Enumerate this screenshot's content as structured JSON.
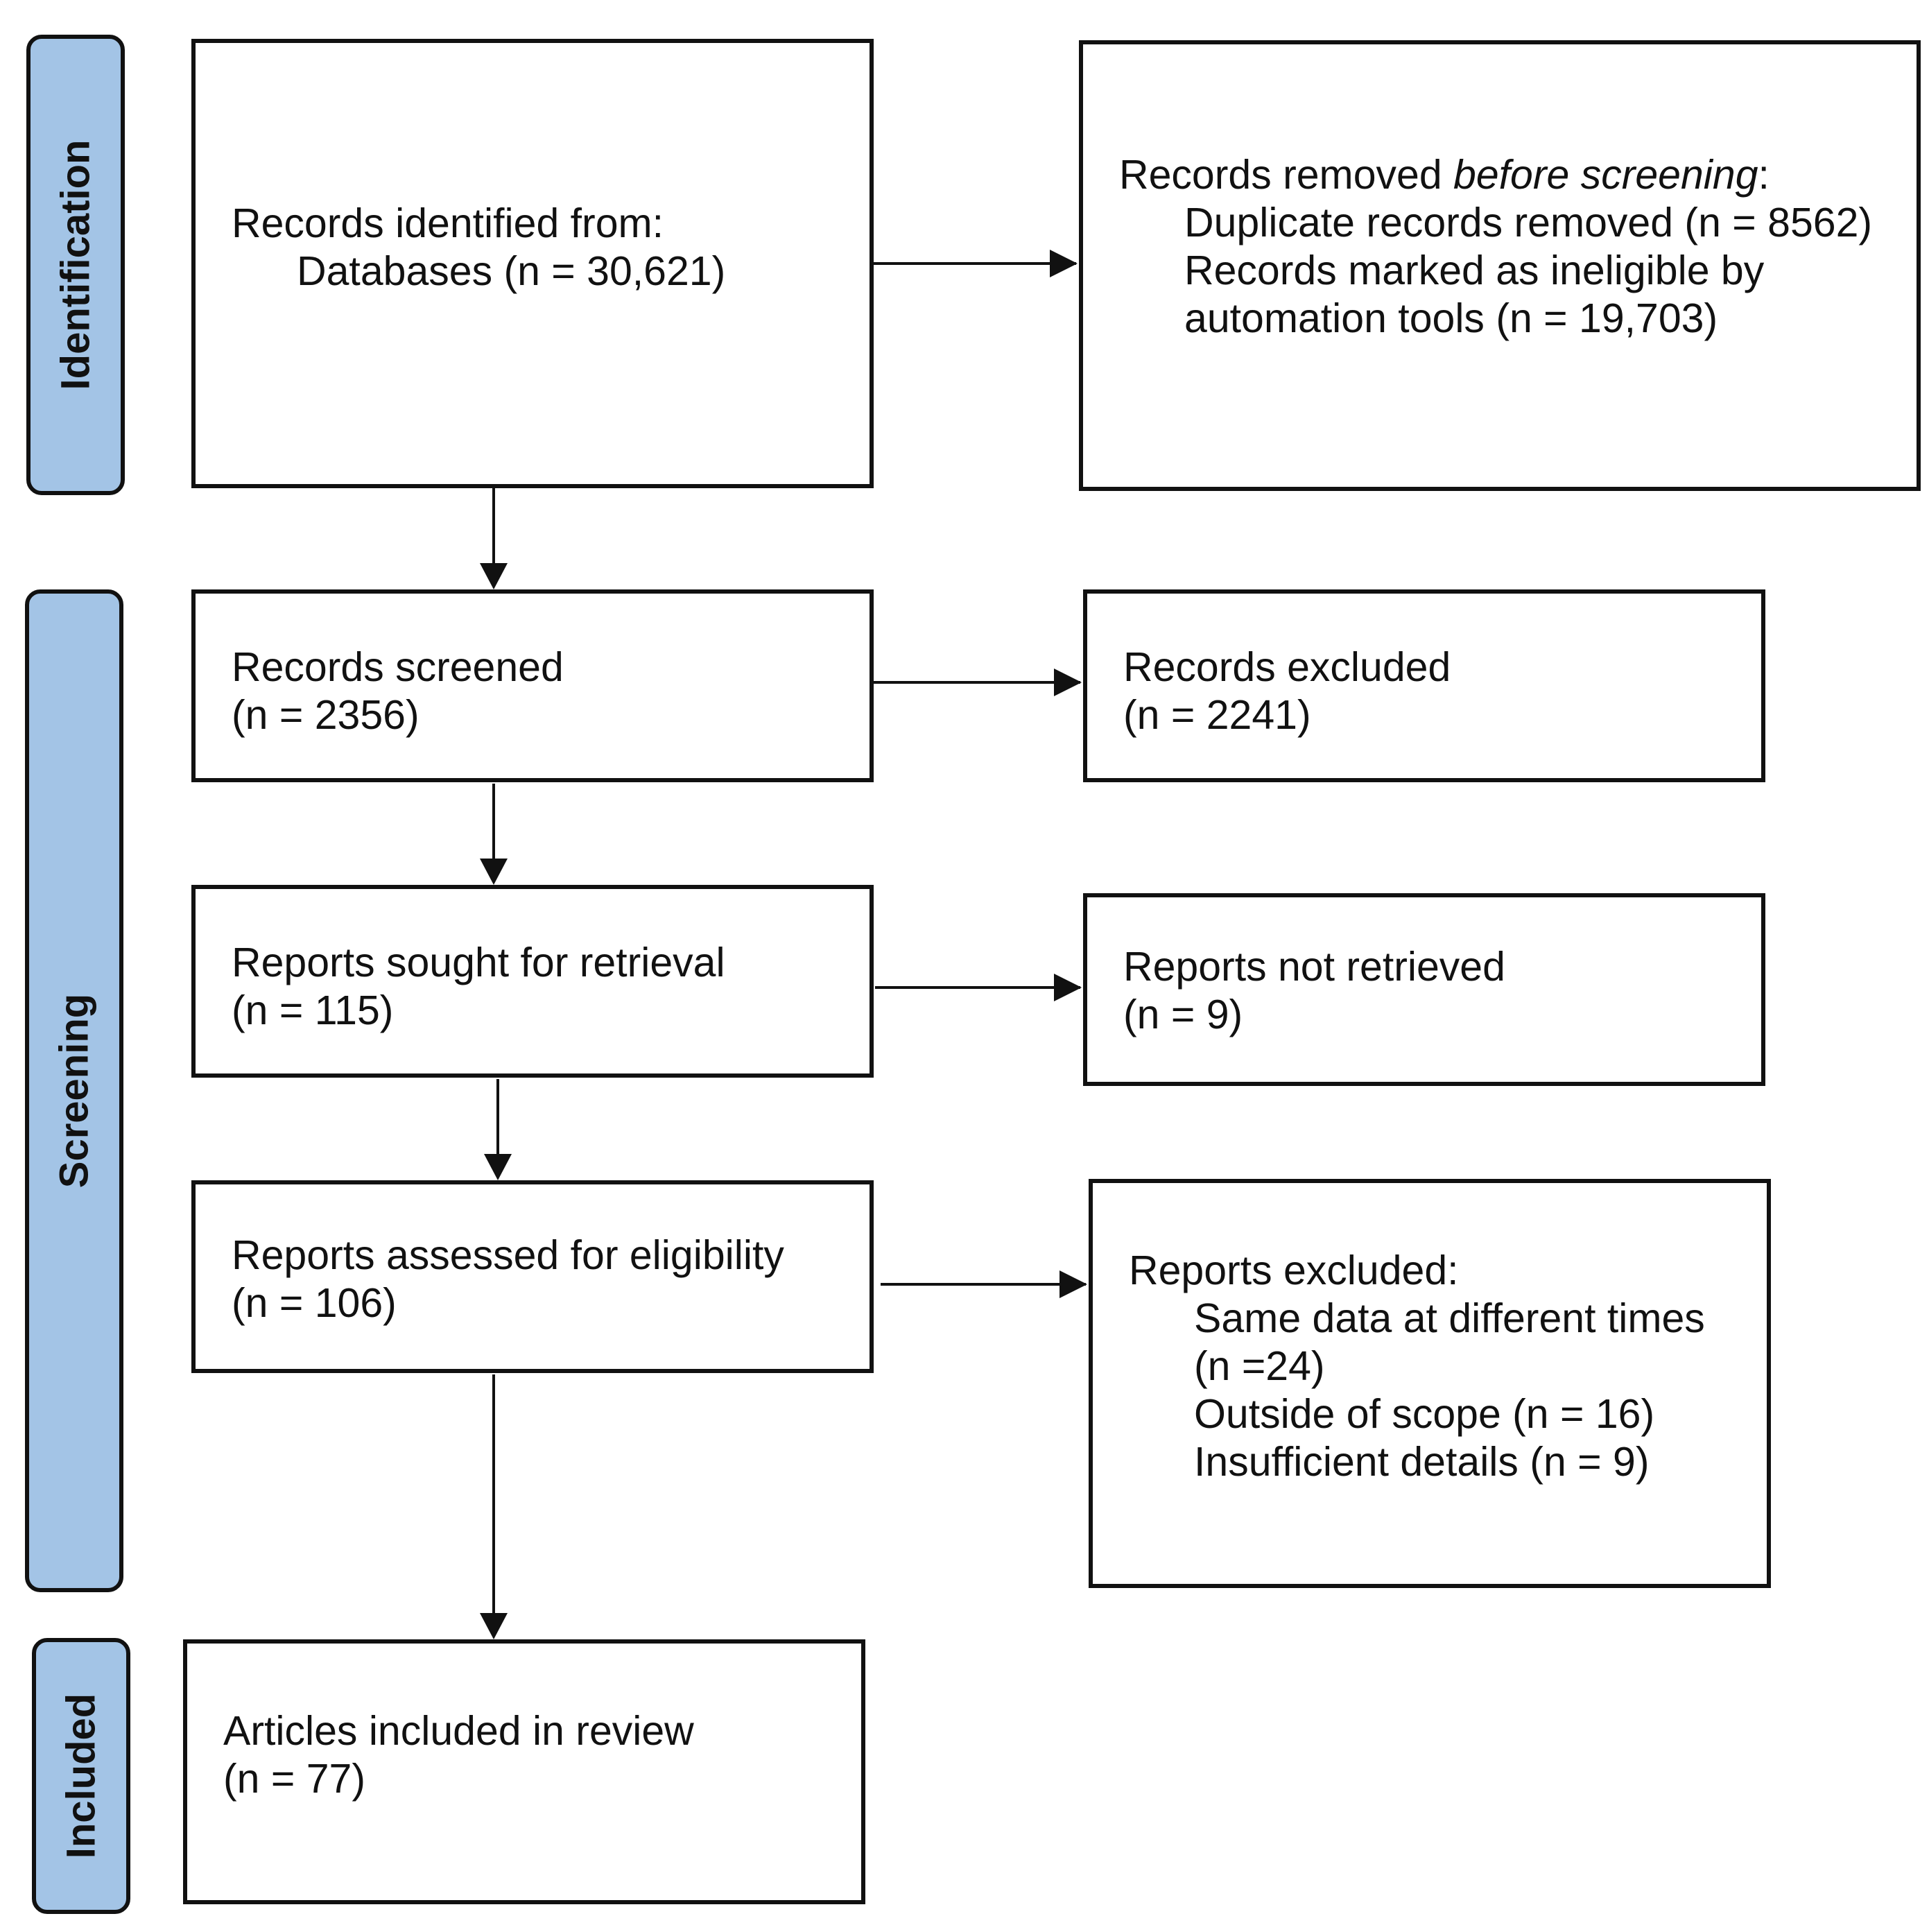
{
  "phases": {
    "identification": "Identification",
    "screening": "Screening",
    "included": "Included"
  },
  "boxes": {
    "records_identified": {
      "line1": "Records identified from:",
      "line2": "Databases (n = 30,621)"
    },
    "records_removed": {
      "line1_prefix": "Records removed ",
      "line1_emph": "before screening",
      "line1_suffix": ":",
      "line2": "Duplicate records removed (n = 8562)",
      "line3": "Records marked as ineligible by",
      "line4": "automation tools (n = 19,703)"
    },
    "records_screened": {
      "line1": "Records screened",
      "line2": "(n = 2356)"
    },
    "records_excluded": {
      "line1": "Records excluded",
      "line2": "(n = 2241)"
    },
    "reports_sought": {
      "line1": "Reports sought for retrieval",
      "line2": "(n = 115)"
    },
    "reports_not_retrieved": {
      "line1": "Reports not retrieved",
      "line2": "(n = 9)"
    },
    "reports_assessed": {
      "line1": "Reports assessed for eligibility",
      "line2": "(n = 106)"
    },
    "reports_excluded": {
      "line1": "Reports excluded:",
      "line2": "Same data at different times",
      "line3": "(n =24)",
      "line4": "Outside of scope (n = 16)",
      "line5": "Insufficient details (n = 9)"
    },
    "articles_included": {
      "line1": "Articles included in review",
      "line2": "(n = 77)"
    }
  }
}
